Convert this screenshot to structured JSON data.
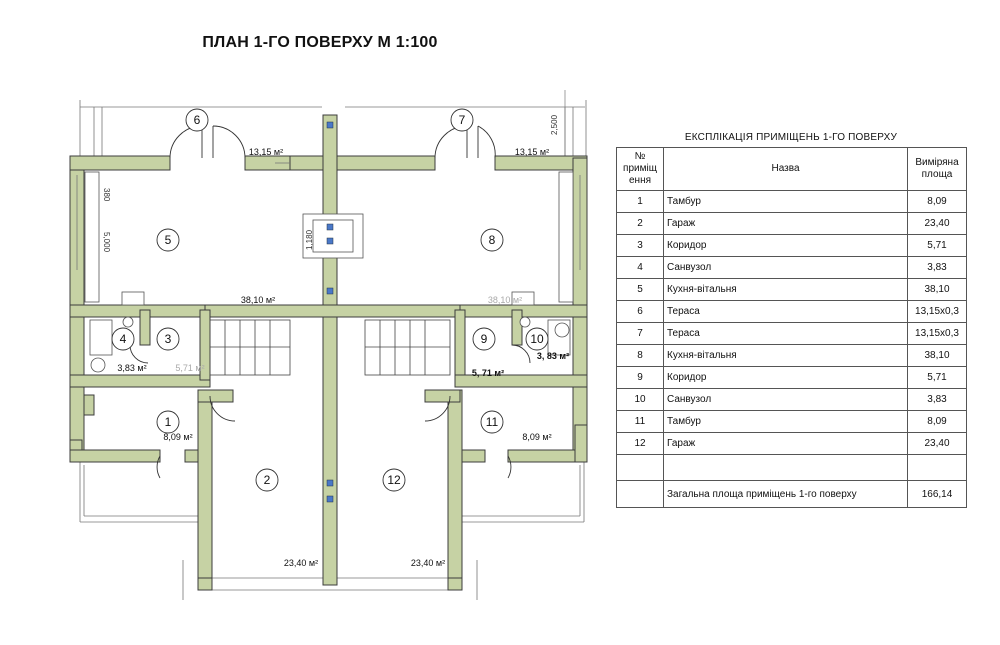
{
  "title": "ПЛАН 1-ГО ПОВЕРХУ М 1:100",
  "plan": {
    "room_numbers": [
      "1",
      "2",
      "3",
      "4",
      "5",
      "6",
      "7",
      "8",
      "9",
      "10",
      "11",
      "12"
    ],
    "area_labels": {
      "terrace_left": "13,15 м²",
      "terrace_right": "13,15 м²",
      "kitchen_left": "38,10 м²",
      "kitchen_right": "38,10 м²",
      "bath_left": "3,83 м²",
      "corridor_left": "5,71 м²",
      "bath_right": "3, 83 м²",
      "corridor_right": "5, 71 м²",
      "tambour_left": "8,09 м²",
      "tambour_right": "8,09 м²",
      "garage_left": "23,40 м²",
      "garage_right": "23,40 м²"
    },
    "dimensions": {
      "d380": "380",
      "d5000": "5,000",
      "d1180": "1,180",
      "d2500": "2,500"
    }
  },
  "table": {
    "title": "ЕКСПЛІКАЦІЯ ПРИМІЩЕНЬ 1-ГО ПОВЕРХУ",
    "headers": {
      "num_l1": "№",
      "num_l2": "приміщ",
      "num_l3": "ення",
      "name": "Назва",
      "area_l1": "Виміряна",
      "area_l2": "площа"
    },
    "rows": [
      {
        "n": "1",
        "name": "Тамбур",
        "area": "8,09"
      },
      {
        "n": "2",
        "name": "Гараж",
        "area": "23,40"
      },
      {
        "n": "3",
        "name": "Коридор",
        "area": "5,71"
      },
      {
        "n": "4",
        "name": "Санвузол",
        "area": "3,83"
      },
      {
        "n": "5",
        "name": "Кухня-вітальня",
        "area": "38,10"
      },
      {
        "n": "6",
        "name": "Тераса",
        "area": "13,15х0,3"
      },
      {
        "n": "7",
        "name": "Тераса",
        "area": "13,15х0,3"
      },
      {
        "n": "8",
        "name": "Кухня-вітальня",
        "area": "38,10"
      },
      {
        "n": "9",
        "name": "Коридор",
        "area": "5,71"
      },
      {
        "n": "10",
        "name": "Санвузол",
        "area": "3,83"
      },
      {
        "n": "11",
        "name": "Тамбур",
        "area": "8,09"
      },
      {
        "n": "12",
        "name": "Гараж",
        "area": "23,40"
      }
    ],
    "total_label": "Загальна площа приміщень 1-го поверху",
    "total_value": "166,14"
  }
}
